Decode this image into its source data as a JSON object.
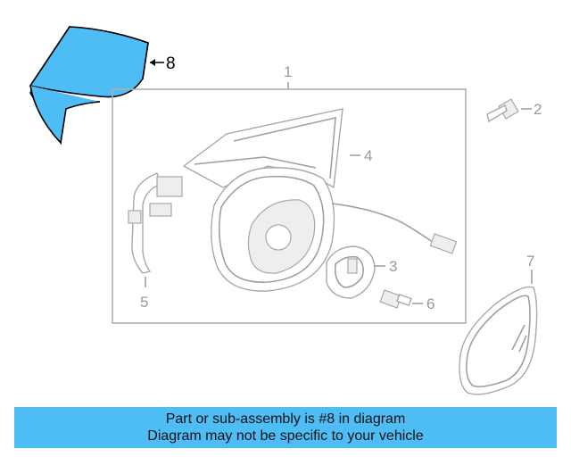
{
  "callouts": {
    "c1": "1",
    "c2": "2",
    "c3": "3",
    "c4": "4",
    "c5": "5",
    "c6": "6",
    "c7": "7",
    "c8": "8"
  },
  "highlight_color": "#4fbdf5",
  "banner": {
    "line1": "Part or sub-assembly is #8 in diagram",
    "line2": "Diagram may not be specific to your vehicle"
  }
}
